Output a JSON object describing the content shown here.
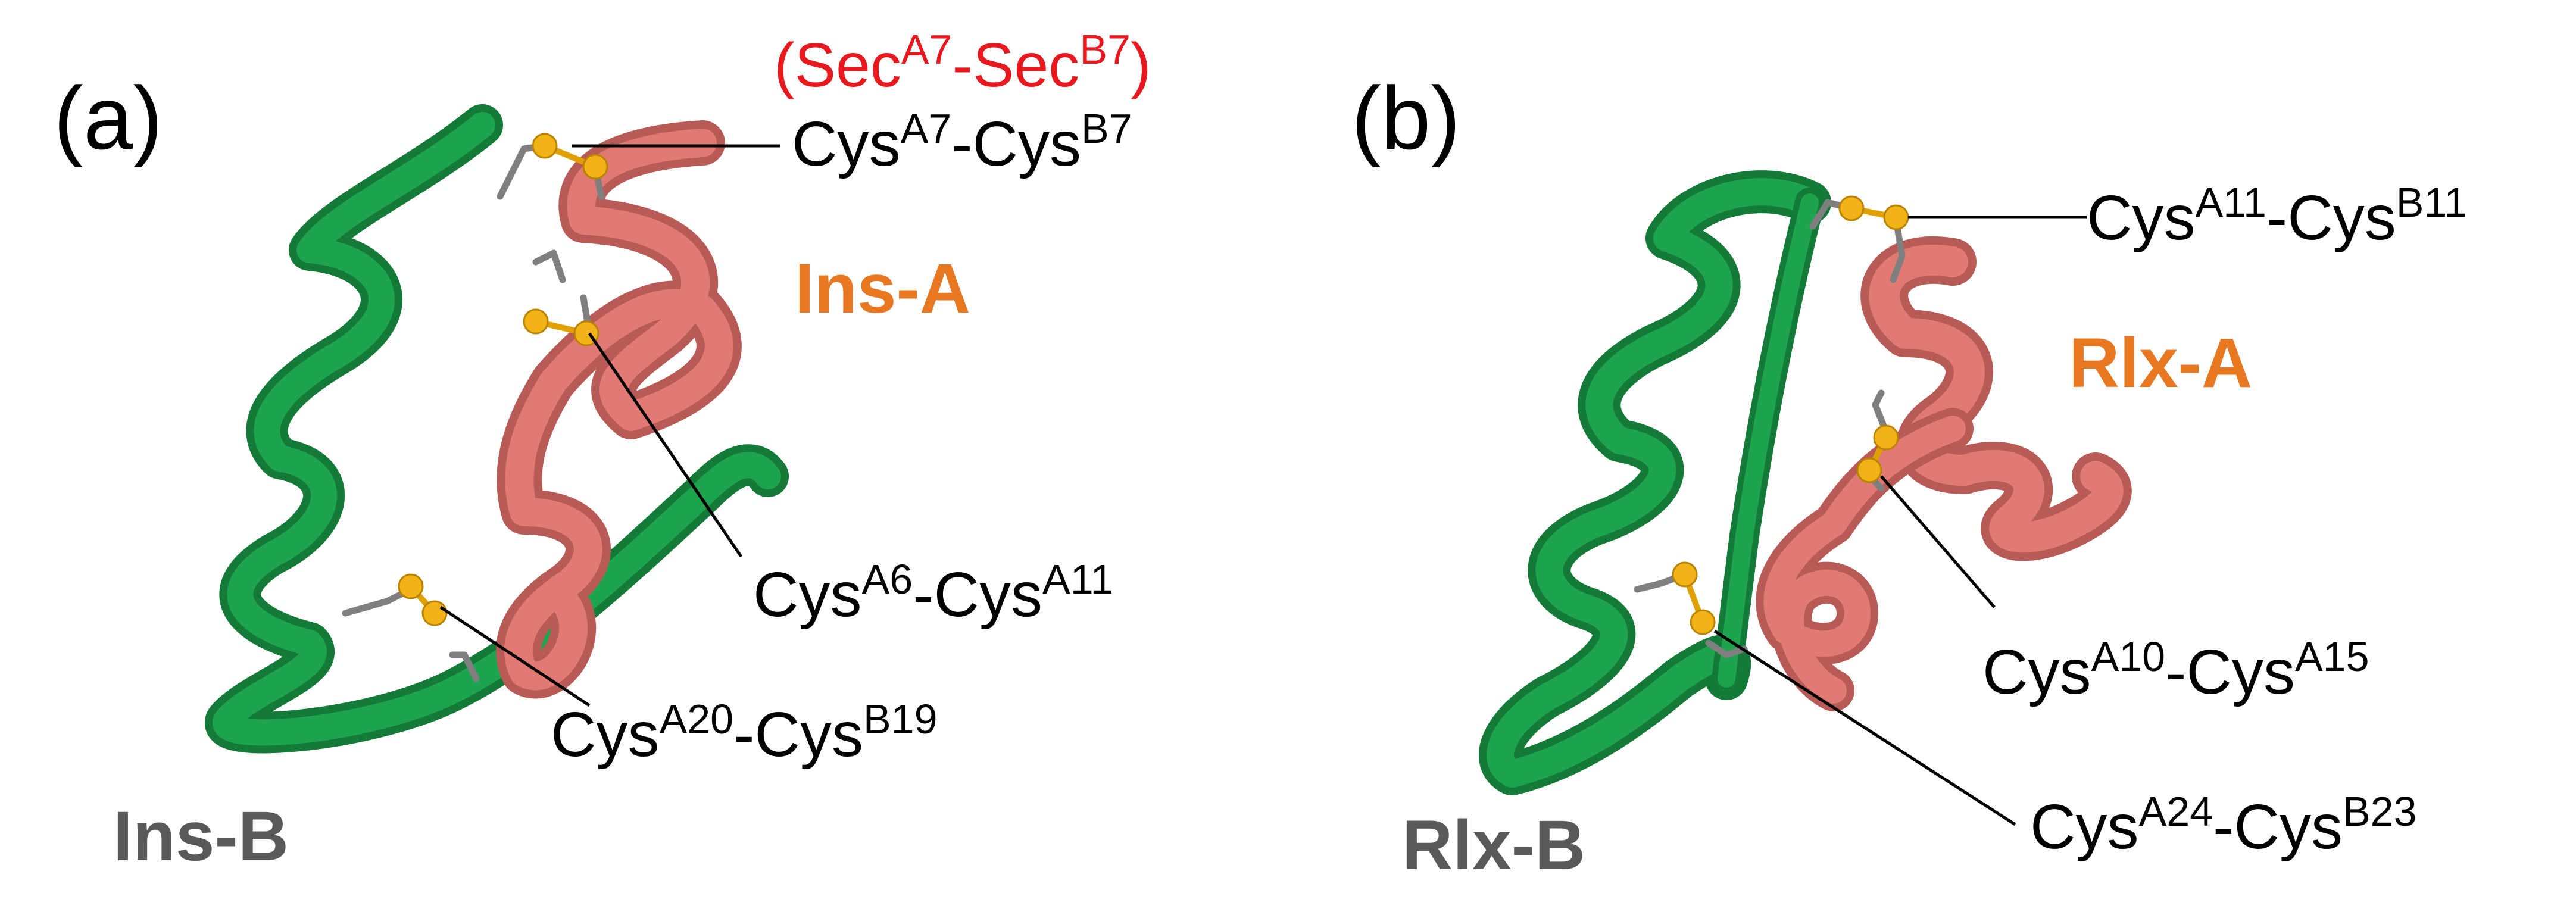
{
  "colors": {
    "chain_a_ribbon": "#e07a72",
    "chain_a_ribbon_dark": "#b85a55",
    "chain_b_ribbon": "#1ea34f",
    "chain_b_ribbon_dark": "#137a38",
    "sulfur_atom": "#f2b318",
    "side_chain": "#7f7f7f",
    "sec_label": "#e8191e",
    "chain_a_label": "#e87722",
    "chain_b_label": "#595959"
  },
  "panel_a": {
    "letter": "(a)",
    "sec_annotation": {
      "open": "(Sec",
      "sup1": "A7",
      "mid": "-Sec",
      "sup2": "B7",
      "close": ")"
    },
    "bonds": [
      {
        "pre": "Cys",
        "sup1": "A7",
        "mid": "-Cys",
        "sup2": "B7"
      },
      {
        "pre": "Cys",
        "sup1": "A6",
        "mid": "-Cys",
        "sup2": "A11"
      },
      {
        "pre": "Cys",
        "sup1": "A20",
        "mid": "-Cys",
        "sup2": "B19"
      }
    ],
    "chain_a_label": "Ins-A",
    "chain_b_label": "Ins-B"
  },
  "panel_b": {
    "letter": "(b)",
    "bonds": [
      {
        "pre": "Cys",
        "sup1": "A11",
        "mid": "-Cys",
        "sup2": "B11"
      },
      {
        "pre": "Cys",
        "sup1": "A10",
        "mid": "-Cys",
        "sup2": "A15"
      },
      {
        "pre": "Cys",
        "sup1": "A24",
        "mid": "-Cys",
        "sup2": "B23"
      }
    ],
    "chain_a_label": "Rlx-A",
    "chain_b_label": "Rlx-B"
  }
}
